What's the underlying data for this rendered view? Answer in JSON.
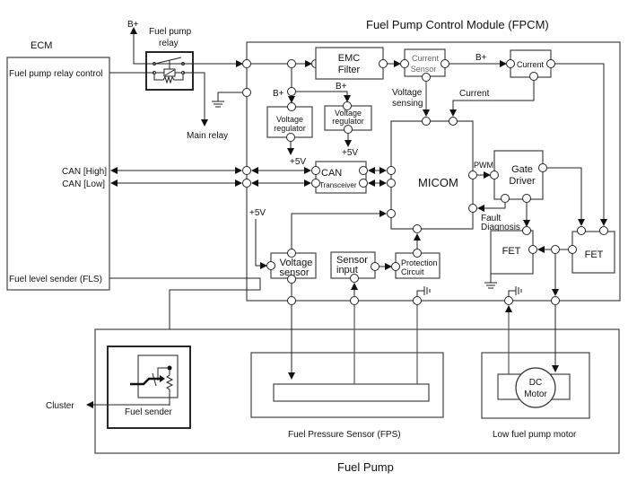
{
  "diagram": {
    "title": "Fuel Pump Control Module (FPCM)",
    "ecm": {
      "label": "ECM",
      "pins": {
        "relay_control": "Fuel pump relay control",
        "can_high": "CAN [High]",
        "can_low": "CAN [Low]",
        "fls": "Fuel level sender (FLS)"
      }
    },
    "relay": {
      "label_line1": "Fuel pump",
      "label_line2": "relay",
      "bplus": "B+",
      "main_relay": "Main relay"
    },
    "fpcm": {
      "emc_line1": "EMC",
      "emc_line2": "Filter",
      "current_sensor_line1": "Current",
      "current_sensor_line2": "Sensor",
      "current_block": "Current",
      "bplus_top": "B+",
      "bplus_reg1": "B+",
      "bplus_reg2": "B+",
      "vreg1_line1": "Voltage",
      "vreg1_line2": "regulator",
      "vreg2_line1": "Voltage",
      "vreg2_line2": "regulator",
      "plus5v_1": "+5V",
      "plus5v_2": "+5V",
      "plus5v_3": "+5V",
      "voltage_sensing_line1": "Voltage",
      "voltage_sensing_line2": "sensing",
      "current_label": "Current",
      "can_line1": "CAN",
      "can_line2": "Transceiver",
      "micom": "MICOM",
      "pwm": "PWM",
      "gate_line1": "Gate",
      "gate_line2": "Driver",
      "fault_line1": "Fault",
      "fault_line2": "Diagnosis",
      "fet_left": "FET",
      "fet_right": "FET",
      "vsensor_line1": "Voltage",
      "vsensor_line2": "sensor",
      "sinput_line1": "Sensor",
      "sinput_line2": "input",
      "protect_line1": "Protection",
      "protect_line2": "Circuit"
    },
    "fuel_pump": {
      "label": "Fuel Pump",
      "fuel_sender": "Fuel sender",
      "cluster": "Cluster",
      "fps": "Fuel Pressure Sensor (FPS)",
      "motor_label": "Low fuel pump motor",
      "dc_line1": "DC",
      "dc_line2": "Motor"
    }
  }
}
